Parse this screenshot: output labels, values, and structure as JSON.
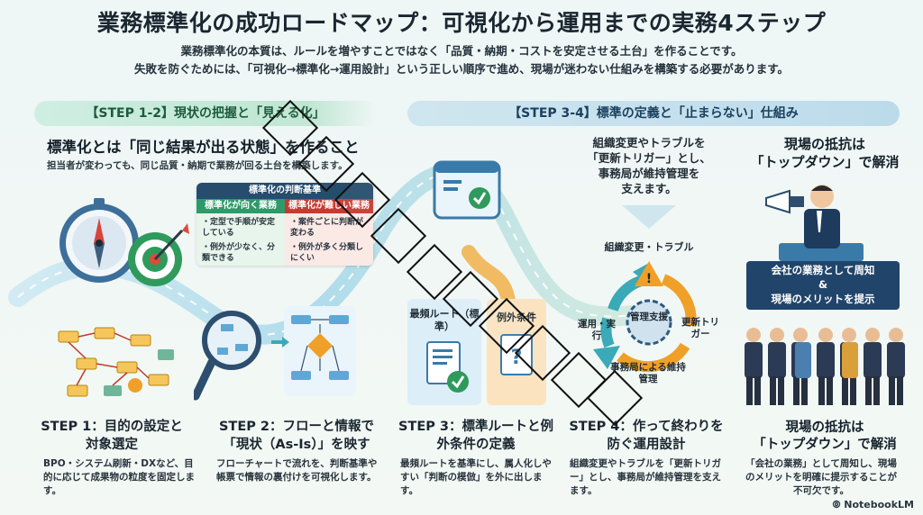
{
  "title": "業務標準化の成功ロードマップ：可視化から運用までの実務4ステップ",
  "subtitle": [
    "業務標準化の本質は、ルールを増やすことではなく「品質・納期・コストを安定させる土台」を作ることです。",
    "失敗を防ぐためには、「可視化→標準化→運用設計」という正しい順序で進め、現場が迷わない仕組みを構築する必要があります。"
  ],
  "sections": {
    "left_pill": "【STEP 1-2】現状の把握と「見える化」",
    "right_pill": "【STEP 3-4】標準の定義と「止まらない」仕組み"
  },
  "left": {
    "heading": "標準化とは「同じ結果が出る状態」を作ること",
    "caption": "担当者が変わっても、同じ品質・納期で業務が回る土台を構築します。",
    "criteria": {
      "title": "標準化の判断基準",
      "good_head": "標準化が向く業務",
      "good_items": [
        "・定型で手順が安定している",
        "・例外が少なく、分類できる"
      ],
      "hard_head": "標準化が難しい業務",
      "hard_items": [
        "・案件ごとに判断が変わる",
        "・例外が多く分類しにくい"
      ]
    }
  },
  "middle": {
    "route_label": "最頻ルート（標準）",
    "exception_label": "例外条件",
    "callout": [
      "組織変更やトラブルを",
      "「更新トリガー」とし、",
      "事務局が維持管理を",
      "支えます。"
    ],
    "cycle": {
      "top": "組織変更・トラブル",
      "center": "管理支援",
      "left": "運用・実行",
      "right": "更新トリガー",
      "bottom": "事務局による維持管理"
    }
  },
  "right": {
    "heading_top": [
      "現場の抵抗は",
      "「トップダウン」で解消"
    ],
    "banner": [
      "会社の業務として周知",
      "&",
      "現場のメリットを提示"
    ],
    "heading_bottom": [
      "現場の抵抗は",
      "「トップダウン」で解消"
    ],
    "body": "「会社の業務」として周知し、現場のメリットを明確に提示することが不可欠です。"
  },
  "steps": [
    {
      "title": "STEP 1：目的の設定と対象選定",
      "body": "BPO・システム刷新・DXなど、目的に応じて成果物の粒度を固定します。"
    },
    {
      "title": "STEP 2：フローと情報で「現状（As-Is）」を映す",
      "body": "フローチャートで流れを、判断基準や帳票で情報の裏付けを可視化します。"
    },
    {
      "title": "STEP 3：標準ルートと例外条件の定義",
      "body": "最頻ルートを基準にし、属人化しやすい「判断の模倣」を外に出します。"
    },
    {
      "title": "STEP 4：作って終わりを防ぐ運用設計",
      "body": "組織変更やトラブルを「更新トリガー」とし、事務局が維持管理を支えます。"
    }
  ],
  "brand": "NotebookLM",
  "colors": {
    "green": "#2e9a6a",
    "teal": "#3aa9b8",
    "orange": "#f0a028",
    "navy": "#1e3a5c",
    "red": "#c83a30"
  }
}
